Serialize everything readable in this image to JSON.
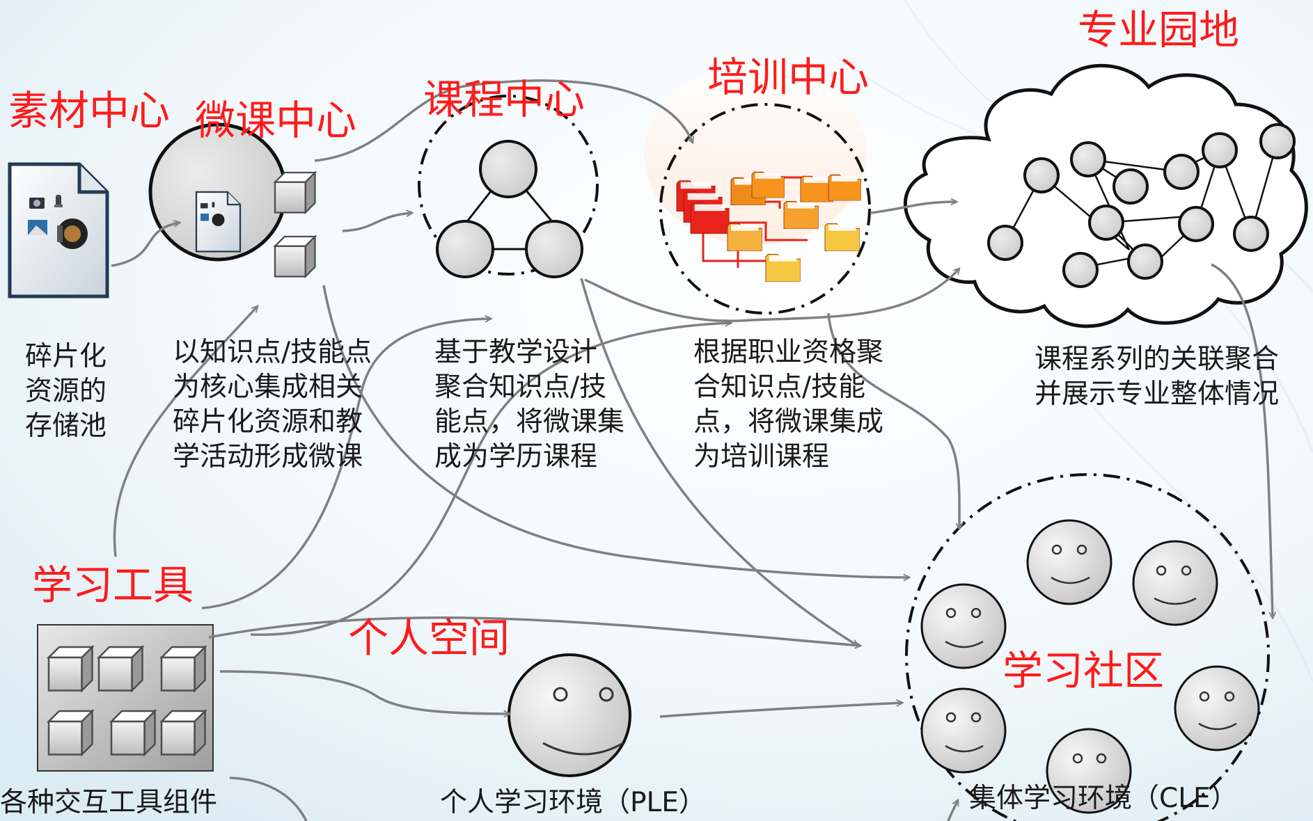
{
  "titles": {
    "material": "素材中心",
    "micro": "微课中心",
    "course": "课程中心",
    "training": "培训中心",
    "major": "专业园地",
    "tools": "学习工具",
    "personal": "个人空间",
    "community": "学习社区"
  },
  "descriptions": {
    "material": [
      "碎片化",
      "资源的",
      "存储池"
    ],
    "micro": [
      "以知识点/技能点",
      "为核心集成相关",
      "碎片化资源和教",
      "学活动形成微课"
    ],
    "course": [
      "基于教学设计",
      "聚合知识点/技",
      "能点，将微课集",
      "成为学历课程"
    ],
    "training": [
      "根据职业资格聚",
      "合知识点/技能",
      "点，将微课集成",
      "为培训课程"
    ],
    "major": [
      "课程系列的关联聚合",
      "并展示专业整体情况"
    ]
  },
  "captions": {
    "tools": "各种交互工具组件",
    "ple": "个人学习环境（PLE）",
    "cle": "集体学习环境（CLE）"
  },
  "colors": {
    "title_red": "#ff1a1a",
    "arrow_gray": "#808080",
    "node_gray": "#d4d4d4",
    "folder_red": "#e8231c",
    "folder_orange": "#f7941d",
    "folder_yellow": "#f5c842"
  }
}
